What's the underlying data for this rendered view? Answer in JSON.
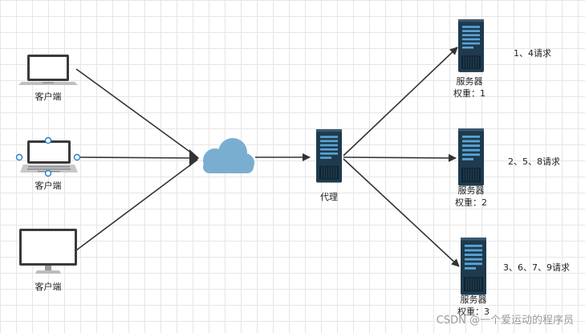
{
  "clients": [
    {
      "label": "客户端",
      "device": "laptop-icon"
    },
    {
      "label": "客户端",
      "device": "laptop-icon"
    },
    {
      "label": "客户端",
      "device": "monitor-icon"
    }
  ],
  "proxy": {
    "label": "代理"
  },
  "servers": [
    {
      "name": "服务器",
      "weight": "权重：1",
      "requests": "1、4请求"
    },
    {
      "name": "服务器",
      "weight": "权重：2",
      "requests": "2、5、8请求"
    },
    {
      "name": "服务器",
      "weight": "权重：3",
      "requests": "3、6、7、9请求"
    }
  ],
  "colors": {
    "line": "#333333",
    "cloud": "#7aaed0",
    "server_body": "#1f3a4d",
    "server_stripe": "#5aa5d6",
    "selection_handle": "#2a7fd4"
  },
  "watermark": "CSDN @一个爱运动的程序员"
}
